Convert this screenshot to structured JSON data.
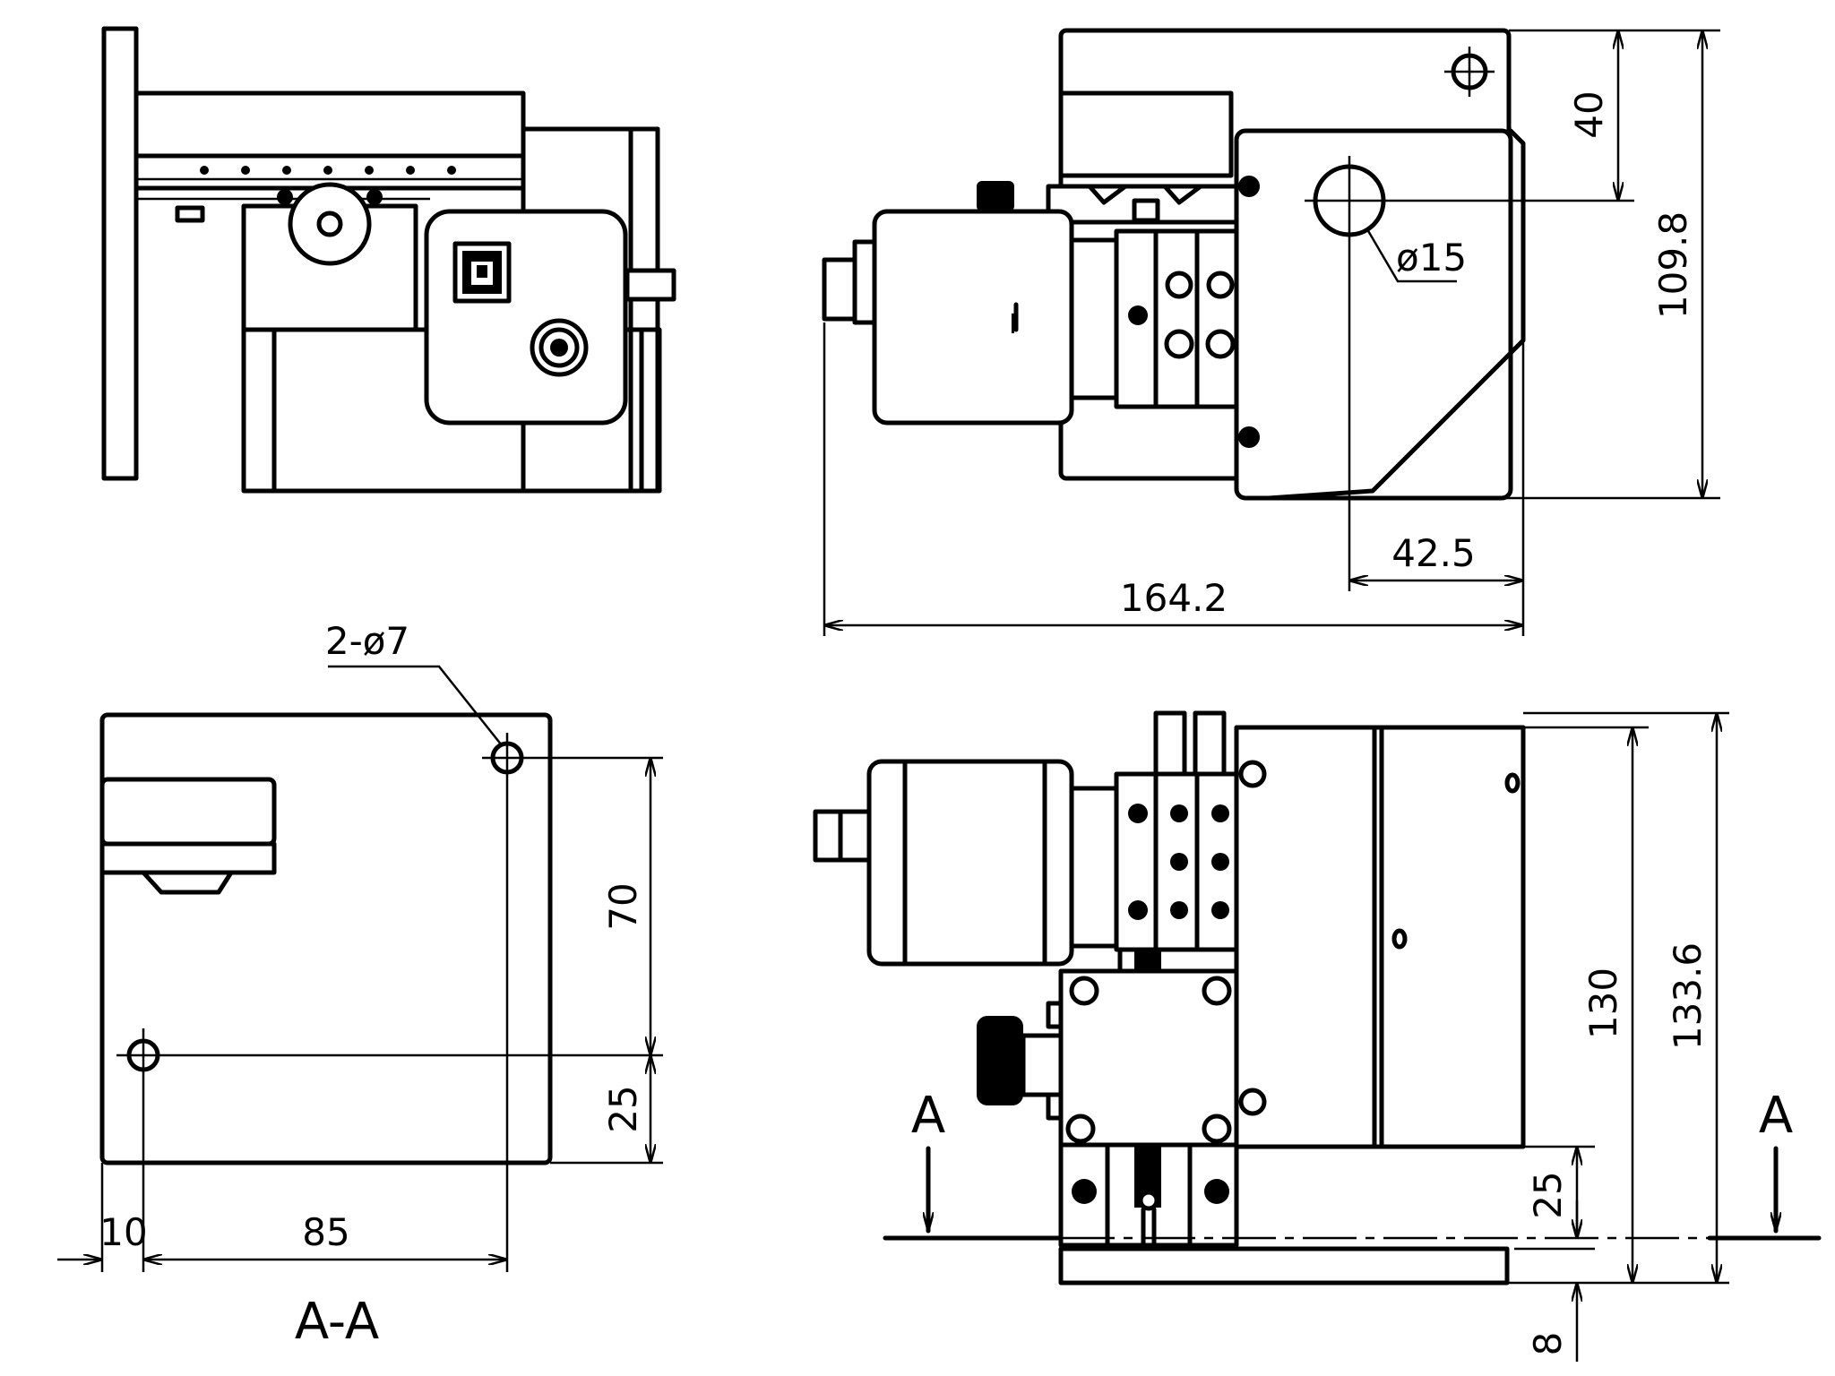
{
  "dimensions": {
    "top_right": {
      "height_40": "40",
      "height_109_8": "109.8",
      "hole_diameter": "ø15",
      "width_42_5": "42.5",
      "width_164_2": "164.2"
    },
    "bottom_left": {
      "holes": "2-ø7",
      "height_70": "70",
      "height_25": "25",
      "width_10": "10",
      "width_85": "85"
    },
    "bottom_right": {
      "height_25": "25",
      "height_8": "8",
      "height_130": "130",
      "height_133_6": "133.6"
    }
  },
  "section_marks": {
    "left_mark": "A",
    "right_mark": "A",
    "section_title": "A-A"
  },
  "labels": {
    "position_mark": "I"
  }
}
